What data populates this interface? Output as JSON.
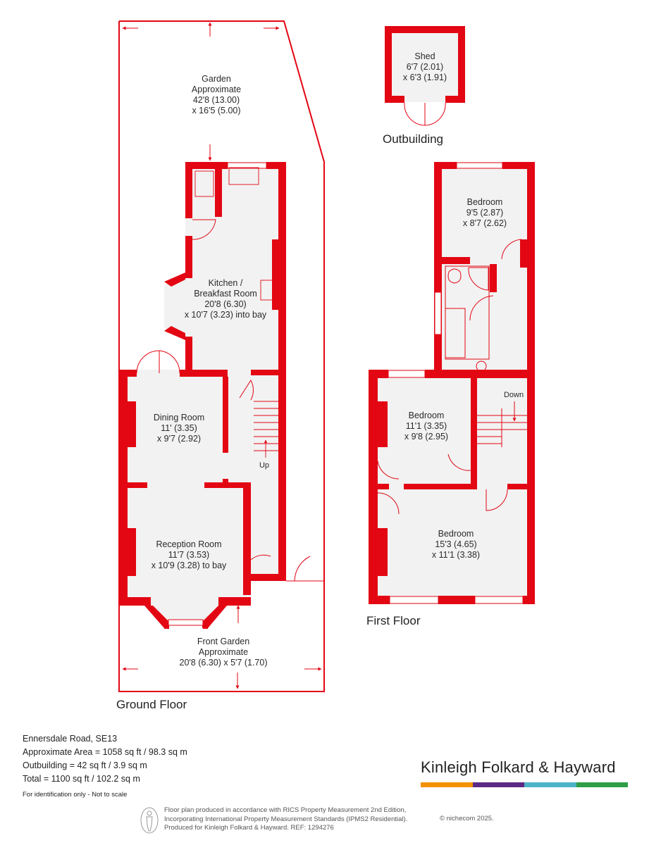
{
  "colors": {
    "wall": "#e30613",
    "floor": "#f2f2f2",
    "brand_orange": "#f39200",
    "brand_purple": "#5b2a86",
    "brand_teal": "#4db3c7",
    "brand_green": "#2e9e47"
  },
  "rooms": {
    "garden": {
      "l1": "Garden",
      "l2": "Approximate",
      "l3": "42'8 (13.00)",
      "l4": "x 16'5 (5.00)"
    },
    "shed": {
      "l1": "Shed",
      "l2": "6'7 (2.01)",
      "l3": "x 6'3 (1.91)"
    },
    "kitchen": {
      "l1": "Kitchen /",
      "l2": "Breakfast Room",
      "l3": "20'8 (6.30)",
      "l4": "x 10'7 (3.23) into bay"
    },
    "dining": {
      "l1": "Dining Room",
      "l2": "11' (3.35)",
      "l3": "x 9'7 (2.92)"
    },
    "reception": {
      "l1": "Reception Room",
      "l2": "11'7 (3.53)",
      "l3": "x 10'9 (3.28) to bay"
    },
    "front_garden": {
      "l1": "Front Garden",
      "l2": "Approximate",
      "l3": "20'8 (6.30) x 5'7 (1.70)"
    },
    "bedroom_rear": {
      "l1": "Bedroom",
      "l2": "9'5 (2.87)",
      "l3": "x 8'7 (2.62)"
    },
    "bedroom_mid": {
      "l1": "Bedroom",
      "l2": "11'1 (3.35)",
      "l3": "x 9'8 (2.95)"
    },
    "bedroom_front": {
      "l1": "Bedroom",
      "l2": "15'3 (4.65)",
      "l3": "x 11'1 (3.38)"
    }
  },
  "stairs": {
    "up": "Up",
    "down": "Down"
  },
  "floors": {
    "outbuilding": "Outbuilding",
    "ground": "Ground Floor",
    "first": "First Floor"
  },
  "info": {
    "address": "Ennersdale Road, SE13",
    "area": "Approximate Area = 1058 sq ft / 98.3 sq m",
    "outbuilding": "Outbuilding = 42 sq ft / 3.9 sq m",
    "total": "Total = 1100 sq ft / 102.2 sq m",
    "disclaimer": "For identification only - Not to scale"
  },
  "brand": {
    "name": "Kinleigh Folkard & Hayward"
  },
  "footer": {
    "line1": "Floor plan produced in accordance with RICS Property Measurement 2nd Edition,",
    "line2": "Incorporating International Property Measurement Standards (IPMS2 Residential).",
    "line3": "Produced for Kinleigh Folkard & Hayward.   REF: 1294276",
    "copyright": "© nichecom 2025."
  },
  "icons": {
    "footer": "person-icon"
  }
}
